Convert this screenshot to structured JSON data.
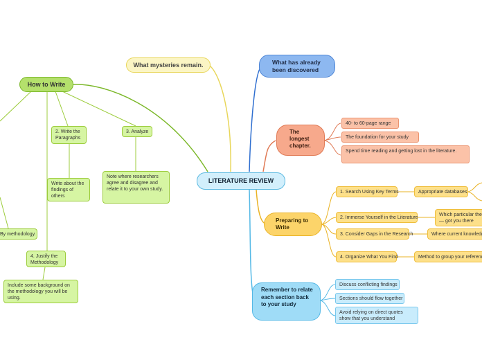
{
  "center": {
    "label": "LITERATURE REVIEW"
  },
  "mysteries": {
    "label": "What mysteries remain."
  },
  "discovered": {
    "label": "What has already been discovered"
  },
  "how_to_write": {
    "label": "How to Write",
    "paragraphs": {
      "label": "2. Write the Paragraphs",
      "detail": "Write about the findings of others"
    },
    "analyze": {
      "label": "3. Analyze",
      "detail": "Note where researchers agree and disagree  and relate it to your own study."
    },
    "justify": {
      "label": "4. Justify the Methodology",
      "detail": "Include some background on the methodology you will be using."
    },
    "by_methodology": {
      "label": "By methodology."
    }
  },
  "longest": {
    "label": "The longest chapter.",
    "items": [
      "40- to 60-page range",
      "The foundation for your study",
      "Spend time reading and getting lost in the literature."
    ]
  },
  "preparing": {
    "label": "Preparing to Write",
    "steps": [
      {
        "label": "1. Search Using Key Terms",
        "detail": "Appropriate databases"
      },
      {
        "label": "2. Immerse Yourself in the Literature",
        "detail": "Which particular theo— got you there"
      },
      {
        "label": "3. Consider Gaps in the Research",
        "detail": "Where current knowledg"
      },
      {
        "label": "4. Organize What You Find",
        "detail": "Method to group your referenc"
      }
    ]
  },
  "remember": {
    "label": "Remember to relate each section back to your study",
    "items": [
      "Discuss conflicting findings",
      "Sections should flow together",
      "Avoid relying on direct quotes show that you understand"
    ]
  },
  "colors": {
    "green": "#9ccc3c",
    "yellow": "#e8d65a",
    "blue": "#4f86d6",
    "salmon": "#e07a55",
    "orange": "#eab325",
    "cyan": "#55b9e6"
  }
}
